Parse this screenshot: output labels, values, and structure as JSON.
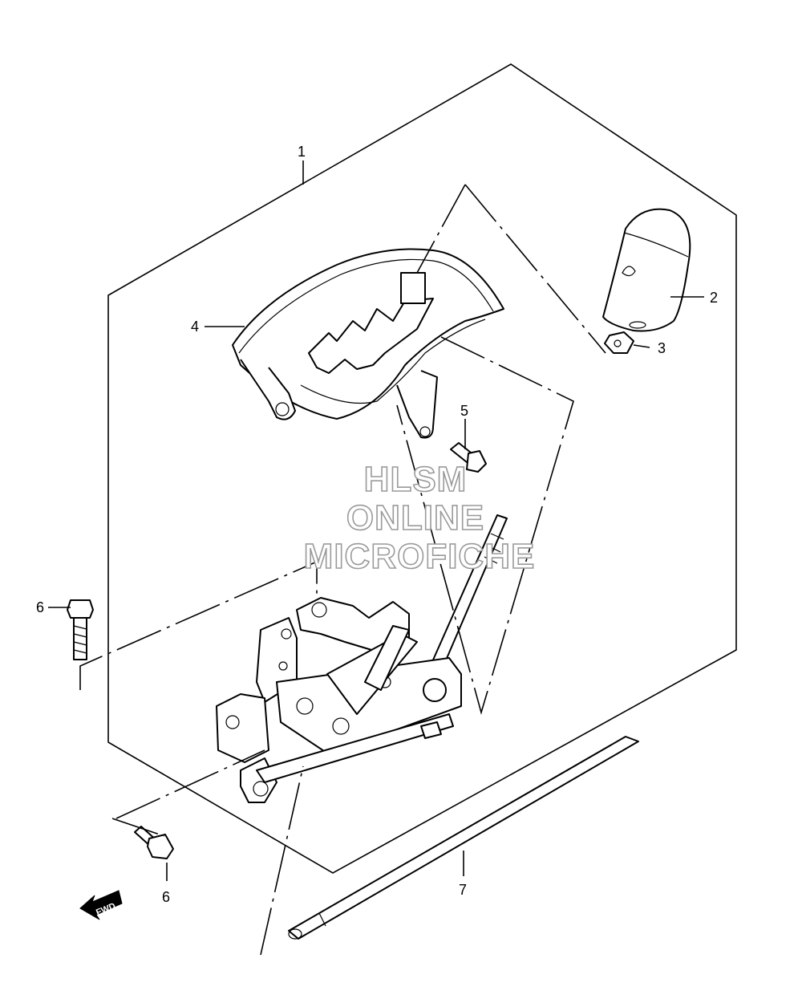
{
  "callouts": [
    {
      "id": "1",
      "label": "1"
    },
    {
      "id": "2",
      "label": "2"
    },
    {
      "id": "3",
      "label": "3"
    },
    {
      "id": "4",
      "label": "4"
    },
    {
      "id": "5",
      "label": "5"
    },
    {
      "id": "6a",
      "label": "6"
    },
    {
      "id": "6b",
      "label": "6"
    },
    {
      "id": "7",
      "label": "7"
    }
  ],
  "watermark": {
    "line1": "HLSM",
    "line2": "ONLINE",
    "line3": "MICROFICHE"
  },
  "direction_arrow": {
    "label": "FWD"
  }
}
